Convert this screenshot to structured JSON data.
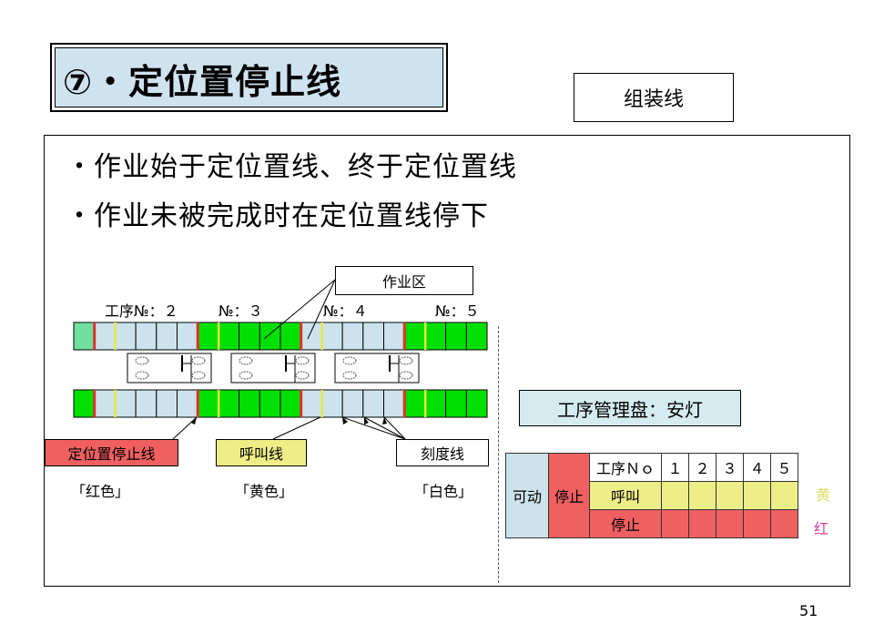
{
  "title": "⑦・定位置停止线",
  "line_label": "组装线",
  "bullets": [
    "・作业始于定位置线、终于定位置线",
    "・作业未被完成时在定位置线停下"
  ],
  "diagram": {
    "work_area_label": "作业区",
    "process_labels": [
      "工序№：２",
      "№：３",
      "№：４",
      "№：５"
    ],
    "stop_line_label": "定位置停止线",
    "call_line_label": "呼叫线",
    "scale_line_label": "刻度线",
    "color_red_note": "「红色」",
    "color_yellow_note": "「黄色」",
    "color_white_note": "「白色」",
    "colors": {
      "green": "#00e000",
      "lightblue": "#cde3ec",
      "red": "#e03030",
      "yellow": "#e8e840",
      "mint": "#70e0a0"
    }
  },
  "andon": {
    "title": "工序管理盘：安灯",
    "header_label": "工序Ｎｏ",
    "numbers": [
      "１",
      "２",
      "３",
      "４",
      "５"
    ],
    "movable": "可动",
    "stop": "停止",
    "row_call": "呼叫",
    "row_stop": "停止",
    "note_yellow": "黄",
    "note_red": "红",
    "colors": {
      "blue": "#cde3ec",
      "red": "#f06060",
      "yellow": "#eeee88"
    }
  },
  "page_number": "51"
}
